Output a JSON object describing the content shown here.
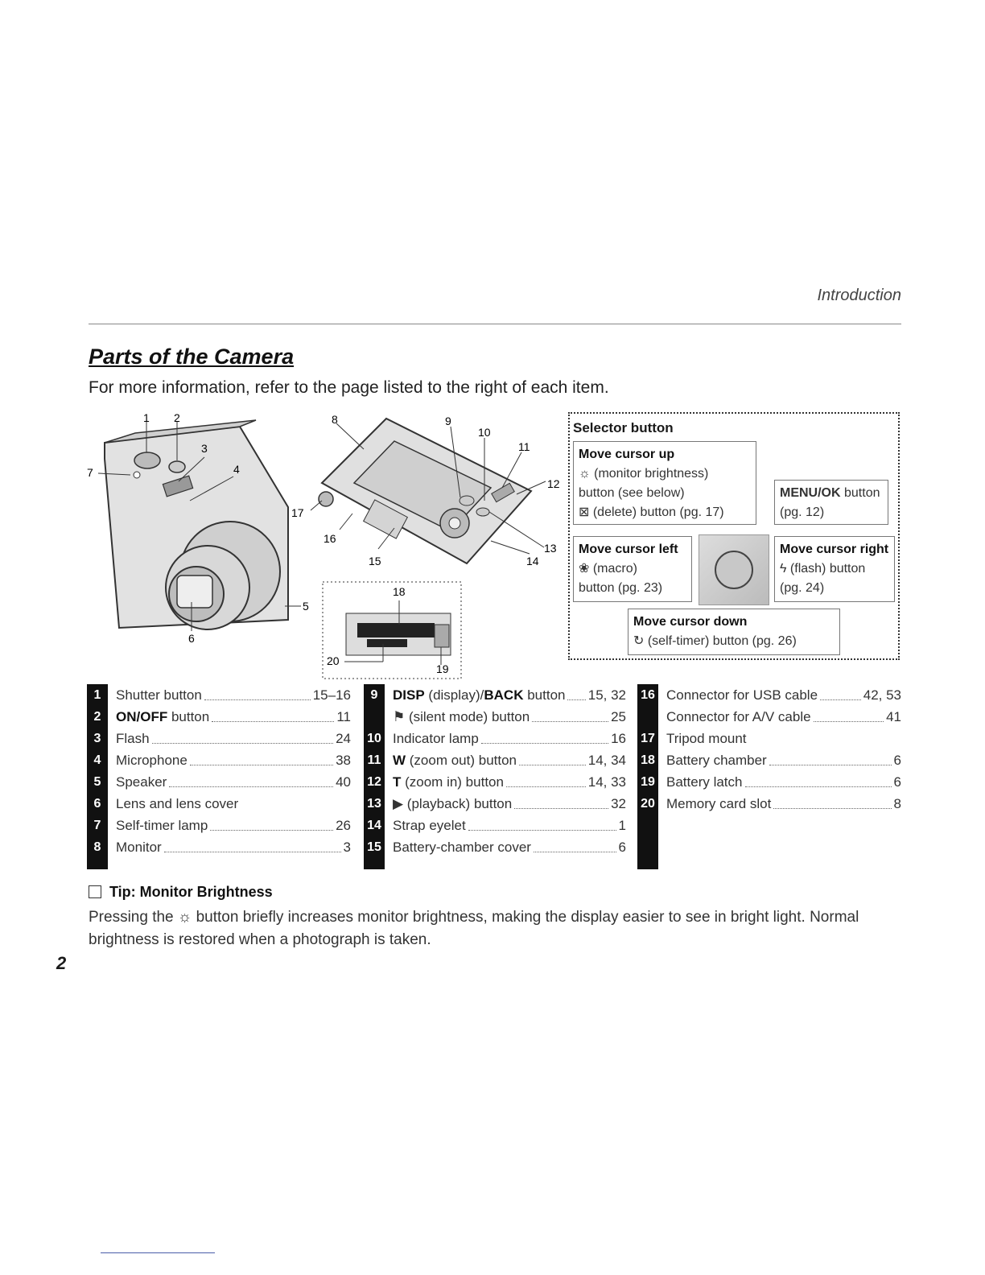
{
  "header": {
    "section": "Introduction"
  },
  "title": "Parts of the Camera",
  "intro": "For more information, refer to the page listed to the right of each item.",
  "callouts": [
    "1",
    "2",
    "3",
    "4",
    "5",
    "6",
    "7",
    "8",
    "9",
    "10",
    "11",
    "12",
    "13",
    "14",
    "15",
    "16",
    "17",
    "18",
    "19",
    "20"
  ],
  "selector": {
    "title": "Selector button",
    "up": {
      "header": "Move cursor up",
      "lines": [
        "☼ (monitor brightness)",
        "button (see below)",
        "⊠ (delete) button (pg. 17)"
      ]
    },
    "menu_ok": {
      "header": "MENU/OK",
      "rest": " button",
      "line2": "(pg. 12)"
    },
    "left": {
      "header": "Move cursor left",
      "lines": [
        "❀ (macro)",
        "button (pg. 23)"
      ]
    },
    "right": {
      "header": "Move cursor right",
      "lines": [
        "ϟ (flash) button",
        "(pg. 24)"
      ]
    },
    "down": {
      "header": "Move cursor down",
      "lines": [
        "↻ (self-timer) button (pg. 26)"
      ]
    }
  },
  "parts": [
    {
      "num": "1",
      "label": "Shutter button",
      "page": "15–16"
    },
    {
      "num": "2",
      "bold": "ON/OFF",
      "label": " button",
      "page": "11"
    },
    {
      "num": "3",
      "label": "Flash",
      "page": "24"
    },
    {
      "num": "4",
      "label": "Microphone",
      "page": "38"
    },
    {
      "num": "5",
      "label": "Speaker",
      "page": "40"
    },
    {
      "num": "6",
      "label": "Lens and lens cover",
      "page": ""
    },
    {
      "num": "7",
      "label": "Self-timer lamp",
      "page": "26"
    },
    {
      "num": "8",
      "label": "Monitor",
      "page": "3"
    },
    {
      "num": "9",
      "bold": "DISP",
      "label": " (display)/",
      "bold2": "BACK",
      "label2": " button",
      "page": "15, 32"
    },
    {
      "num": "",
      "label": "⚑ (silent mode) button",
      "page": "25"
    },
    {
      "num": "10",
      "label": "Indicator lamp",
      "page": "16"
    },
    {
      "num": "11",
      "bold": "W",
      "label": " (zoom out) button",
      "page": "14, 34"
    },
    {
      "num": "12",
      "bold": "T",
      "label": " (zoom in) button",
      "page": "14, 33"
    },
    {
      "num": "13",
      "label": "▶ (playback) button",
      "page": "32"
    },
    {
      "num": "14",
      "label": "Strap eyelet",
      "page": "1"
    },
    {
      "num": "15",
      "label": "Battery-chamber cover",
      "page": "6"
    },
    {
      "num": "16",
      "label": "Connector for USB cable",
      "page": "42, 53"
    },
    {
      "num": "",
      "label": "Connector for A/V cable",
      "page": "41"
    },
    {
      "num": "17",
      "label": "Tripod mount",
      "page": ""
    },
    {
      "num": "18",
      "label": "Battery chamber",
      "page": "6"
    },
    {
      "num": "19",
      "label": "Battery latch",
      "page": "6"
    },
    {
      "num": "20",
      "label": "Memory card slot",
      "page": "8"
    }
  ],
  "tip": {
    "title": "Tip: Monitor Brightness",
    "body": "Pressing the ☼ button briefly increases monitor brightness, making the display easier to see in bright light. Normal brightness is restored when a photograph is taken."
  },
  "page_number": "2"
}
